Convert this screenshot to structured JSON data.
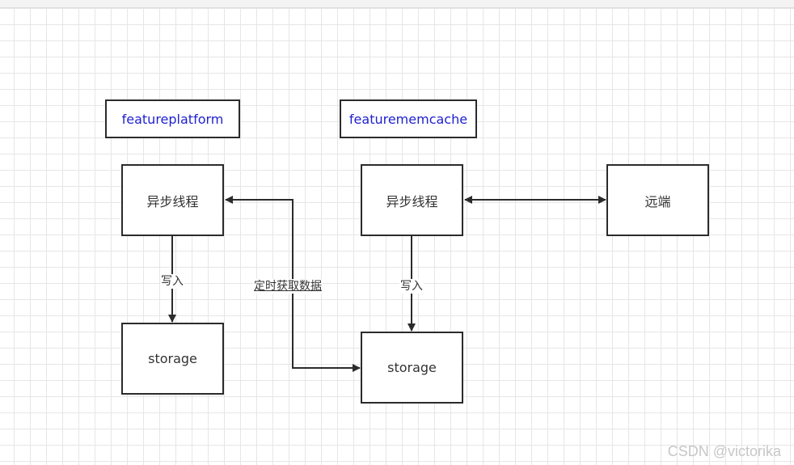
{
  "titles": {
    "left": "featureplatform",
    "right": "featurememcache"
  },
  "nodes": {
    "left_thread": "异步线程",
    "left_storage": "storage",
    "right_thread": "异步线程",
    "right_storage": "storage",
    "remote": "远端"
  },
  "edge_labels": {
    "left_write": "写入",
    "periodic_fetch": "定时获取数据",
    "right_write": "写入"
  },
  "watermark": "CSDN @victorika",
  "colors": {
    "title_text": "#1f1fd0",
    "box_border": "#2b2b2b",
    "text": "#333333",
    "grid": "#e6e6e6"
  }
}
